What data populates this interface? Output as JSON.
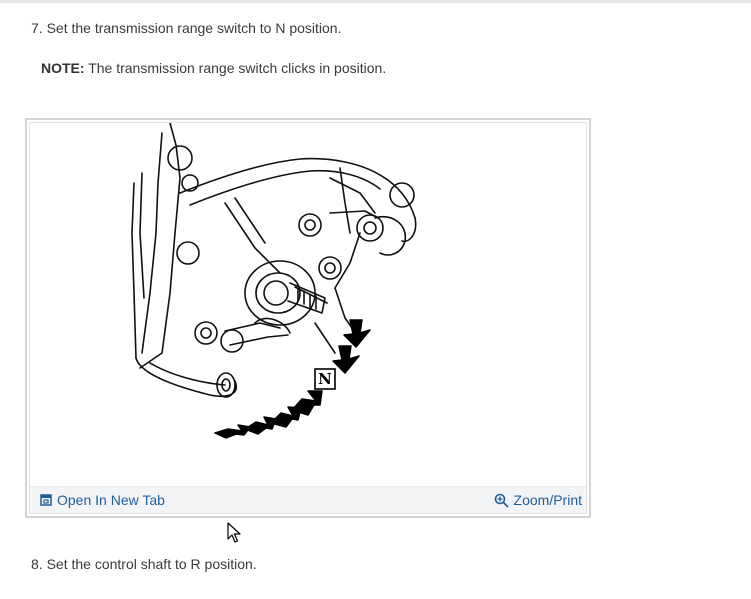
{
  "steps": {
    "step7": "7. Set the transmission range switch to N position.",
    "note_label": "NOTE:",
    "note_text": " The transmission range switch clicks in position.",
    "step8": "8. Set the control shaft to R position."
  },
  "figure": {
    "marker_label": "N",
    "open_tab_label": "Open In New Tab",
    "zoom_label": "Zoom/Print",
    "icons": [
      "open-new-tab-icon",
      "zoom-icon"
    ]
  }
}
